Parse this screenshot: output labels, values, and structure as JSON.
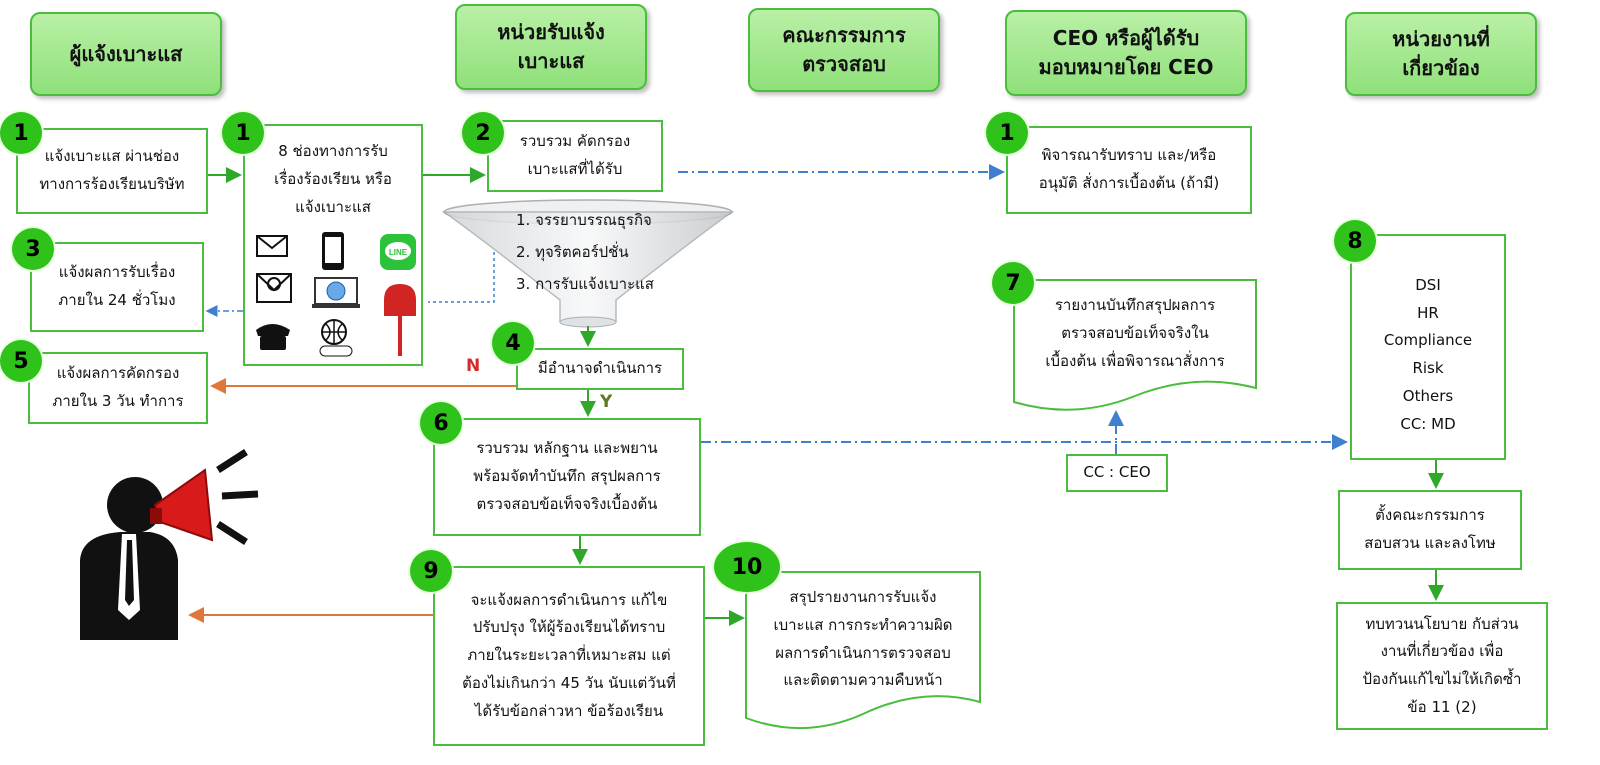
{
  "headers": {
    "whistleblower": "ผู้แจ้งเบาะแส",
    "receiving_unit": "หน่วยรับแจ้ง\nเบาะแส",
    "audit_committee": "คณะกรรมการ\nตรวจสอบ",
    "ceo": "CEO หรือผู้ได้รับ\nมอบหมายโดย CEO",
    "related_units": "หน่วยงานที่\nเกี่ยวข้อง"
  },
  "steps": {
    "report_channel": {
      "num": "1",
      "text": "แจ้งเบาะแส ผ่านช่อง\nทางการร้องเรียนบริษัท"
    },
    "channels": {
      "num": "1",
      "text": "8 ช่องทางการรับ\nเรื่องร้องเรียน หรือ\nแจ้งเบาะแส"
    },
    "collect_screen": {
      "num": "2",
      "text": "รวบรวม คัดกรอง\nเบาะแสที่ได้รับ"
    },
    "ceo_consider": {
      "num": "1",
      "text": "พิจารณารับทราบ และ/หรือ\nอนุมัติ สั่งการเบื้องต้น (ถ้ามี)"
    },
    "notify_24h": {
      "num": "3",
      "text": "แจ้งผลการรับเรื่อง\nภายใน 24 ชั่วโมง"
    },
    "authority": {
      "num": "4",
      "text": "มีอำนาจดำเนินการ"
    },
    "notify_3days": {
      "num": "5",
      "text": "แจ้งผลการคัดกรอง\nภายใน 3 วัน ทำการ"
    },
    "gather_evidence": {
      "num": "6",
      "text": "รวบรวม หลักฐาน และพยาน\nพร้อมจัดทำบันทึก สรุปผลการ\nตรวจสอบข้อเท็จจริงเบื้องต้น"
    },
    "report_summary": {
      "num": "7",
      "text": "รายงานบันทึกสรุปผลการ\nตรวจสอบข้อเท็จจริงใน\nเบื้องต้น เพื่อพิจารณาสั่งการ"
    },
    "departments": {
      "num": "8",
      "lines": [
        "DSI",
        "HR",
        "Compliance",
        "Risk",
        "Others",
        "CC: MD"
      ]
    },
    "notify_45days": {
      "num": "9",
      "text": "จะแจ้งผลการดำเนินการ แก้ไข\nปรับปรุง ให้ผู้ร้องเรียนได้ทราบ\nภายในระยะเวลาที่เหมาะสม แต่\nต้องไม่เกินกว่า 45 วัน นับแต่วันที่\nได้รับข้อกล่าวหา ข้อร้องเรียน"
    },
    "summary_report": {
      "num": "10",
      "text": "สรุปรายงานการรับแจ้ง\nเบาะแส การกระทำความผิด\nผลการดำเนินการตรวจสอบ\nและติดตามความคืบหน้า"
    },
    "committee_setup": {
      "text": "ตั้งคณะกรรมการ\nสอบสวน และลงโทษ"
    },
    "policy_review": {
      "text": "ทบทวนนโยบาย กับส่วน\nงานที่เกี่ยวข้อง เพื่อ\nป้องกันแก้ไขไม่ให้เกิดซ้ำ\nข้อ 11 (2)"
    }
  },
  "funnel": {
    "items": [
      "1. จรรยาบรรณธุรกิจ",
      "2. ทุจริตคอร์ปชั่น",
      "3. การรับแจ้งเบาะแส"
    ]
  },
  "labels": {
    "no": "N",
    "yes": "Y",
    "cc_ceo": "CC : CEO"
  },
  "icons": [
    "envelope-icon",
    "mobile-phone-icon",
    "line-app-icon",
    "email-icon",
    "website-icon",
    "mailbox-icon",
    "telephone-icon",
    "www-globe-icon"
  ],
  "colors": {
    "accent_green": "#2fc21a",
    "border_green": "#4bbd3e",
    "header_fill": "#a5e891",
    "arrow_blue": "#3f7fd0",
    "arrow_orange": "#e0773a",
    "no_red": "#d42a2a",
    "yes_olive": "#5c7a1e"
  }
}
